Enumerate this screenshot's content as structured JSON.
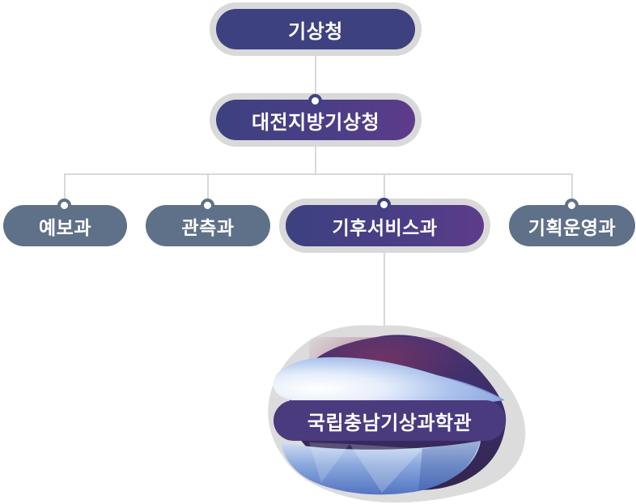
{
  "org_chart": {
    "root": {
      "label": "기상청"
    },
    "regional": {
      "label": "대전지방기상청"
    },
    "divisions": [
      {
        "label": "예보과",
        "highlighted": false
      },
      {
        "label": "관측과",
        "highlighted": false
      },
      {
        "label": "기후서비스과",
        "highlighted": true
      },
      {
        "label": "기획운영과",
        "highlighted": false
      }
    ],
    "affiliate": {
      "label": "국립충남기상과학관"
    }
  },
  "colors": {
    "node_navy": "#3e4180",
    "node_gradient_start": "#3d4180",
    "node_gradient_end": "#5d3c8a",
    "node_slate": "#5f7189",
    "node_ring_gray": "#d9d9d9",
    "connector_gray": "#d8d8dd",
    "band_purple": "#4a3a7e",
    "emblem_dark_purple": "#3a2b63",
    "emblem_blue": "#7e9cd9",
    "emblem_gray": "#dcdcdc",
    "text": "#ffffff"
  }
}
